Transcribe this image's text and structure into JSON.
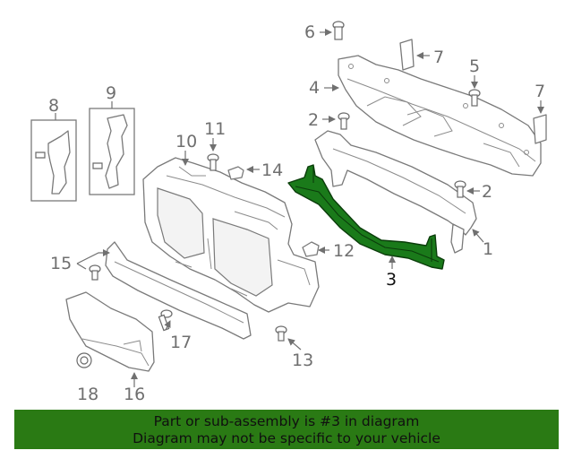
{
  "diagram": {
    "callouts": {
      "c1": "1",
      "c2a": "2",
      "c2b": "2",
      "c3": "3",
      "c4": "4",
      "c5": "5",
      "c6": "6",
      "c7a": "7",
      "c7b": "7",
      "c8": "8",
      "c9": "9",
      "c10": "10",
      "c11": "11",
      "c12": "12",
      "c13": "13",
      "c14": "14",
      "c15": "15",
      "c16": "16",
      "c17": "17",
      "c18": "18"
    },
    "highlight_color": "#1a7a1a"
  },
  "banner": {
    "line1": "Part or sub-assembly is #3 in diagram",
    "line2": "Diagram may not be specific to your vehicle",
    "background": "#2a7a14"
  }
}
